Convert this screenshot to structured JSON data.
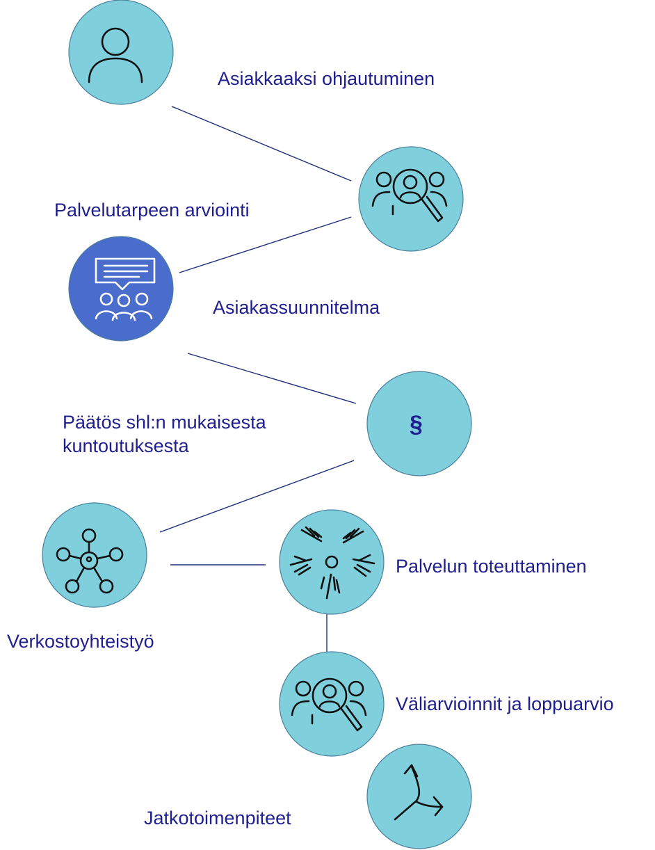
{
  "colors": {
    "node_fill": "#7fd0dc",
    "node_fill_highlight": "#4a6ccc",
    "label_text": "#1f1f8f",
    "connector": "#1f2f7a"
  },
  "steps": [
    {
      "label": "Asiakkaaksi ohjautuminen",
      "icon": "person-icon"
    },
    {
      "label": "Palvelutarpeen arviointi",
      "icon": "people-search-icon"
    },
    {
      "label": "Asiakassuunnitelma",
      "icon": "meeting-chat-icon"
    },
    {
      "label": "Päätös shl:n mukaisesta",
      "label_line2": "kuntoutuksesta",
      "icon": "section-sign-icon",
      "symbol": "§"
    },
    {
      "label": "Verkostoyhteistyö",
      "icon": "network-icon"
    },
    {
      "label": "Palvelun toteuttaminen",
      "icon": "hands-icon"
    },
    {
      "label": "Väliarvioinnit ja loppuarvio",
      "icon": "people-search-icon"
    },
    {
      "label": "Jatkotoimenpiteet",
      "icon": "split-arrow-icon"
    }
  ]
}
